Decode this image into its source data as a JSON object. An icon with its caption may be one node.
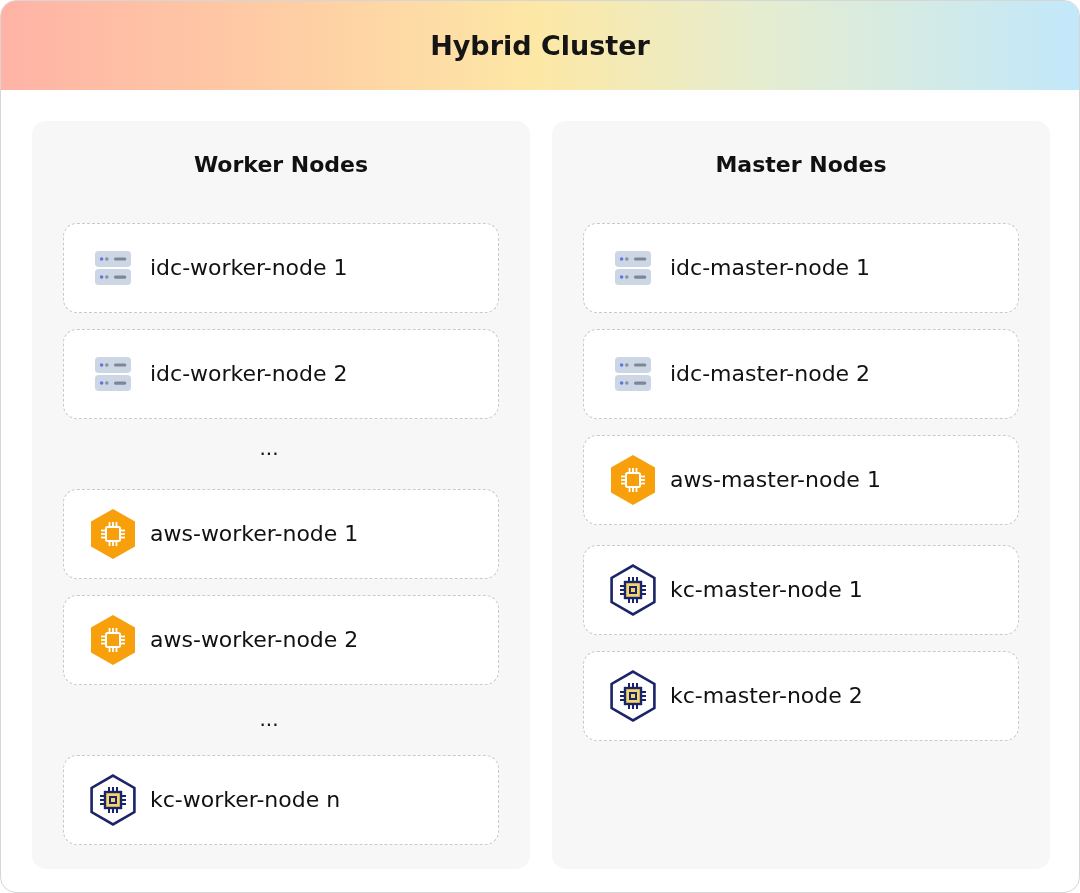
{
  "diagram": {
    "nodes": [
      {
        "text": [
          "Hybrid Cluster"
        ]
      },
      {
        "text": [
          "Worker Nodes"
        ],
        "in": 0
      },
      {
        "text": [
          "idc-worker-node 1"
        ],
        "in": 1
      },
      {
        "text": [
          "idc-worker-node 2"
        ],
        "in": 1
      },
      {
        "text": [
          "aws-worker-node 1"
        ],
        "in": 1
      },
      {
        "text": [
          "aws-worker-node 2"
        ],
        "in": 1
      },
      {
        "text": [
          "kc-worker-node n"
        ],
        "in": 1
      },
      {
        "text": [
          "Master Nodes"
        ],
        "in": 0
      },
      {
        "text": [
          "idc-master-node 1"
        ],
        "in": 7
      },
      {
        "text": [
          "idc-master-node 2"
        ],
        "in": 7
      },
      {
        "text": [
          "aws-master-node 1"
        ],
        "in": 7
      },
      {
        "text": [
          "kc-master-node 1"
        ],
        "in": 7
      },
      {
        "text": [
          "kc-master-node 2"
        ],
        "in": 7
      }
    ],
    "labels": [
      "...",
      "..."
    ]
  }
}
